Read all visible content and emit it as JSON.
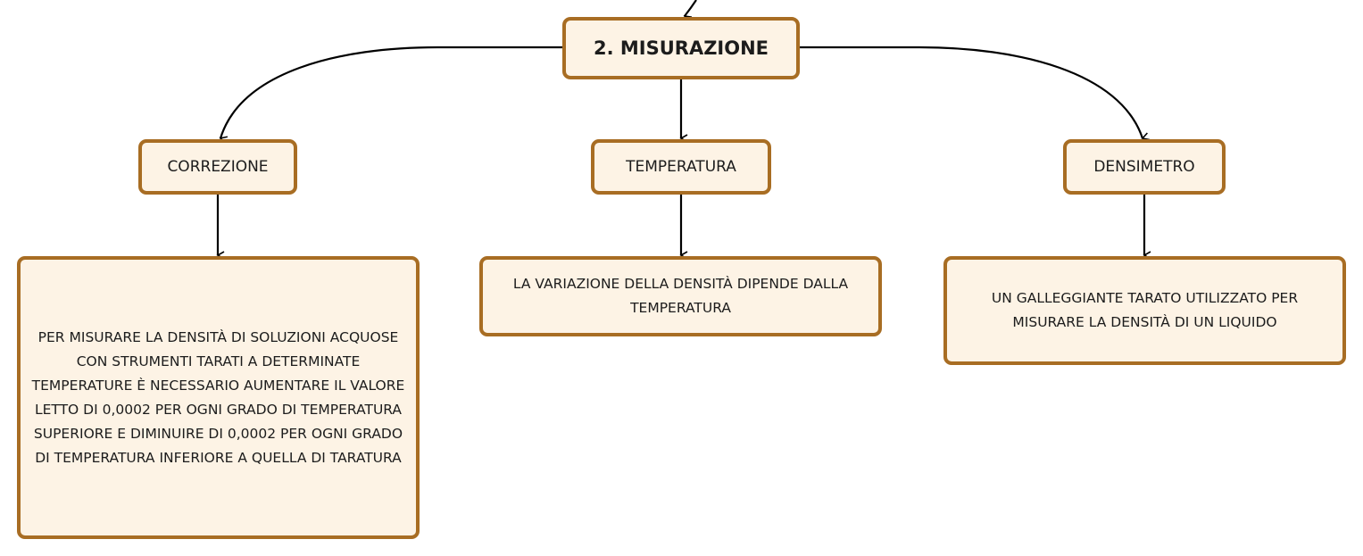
{
  "root": {
    "label": "2. MISURAZIONE"
  },
  "branches": [
    {
      "label": "CORREZIONE",
      "detail": "PER MISURARE LA DENSITÀ DI SOLUZIONI ACQUOSE CON STRUMENTI TARATI A DETERMINATE TEMPERATURE È NECESSARIO AUMENTARE IL VALORE LETTO DI 0,0002 PER OGNI GRADO DI TEMPERATURA SUPERIORE E DIMINUIRE DI 0,0002 PER OGNI GRADO DI TEMPERATURA INFERIORE A QUELLA DI TARATURA"
    },
    {
      "label": "TEMPERATURA",
      "detail": "LA VARIAZIONE DELLA DENSITÀ DIPENDE DALLA TEMPERATURA"
    },
    {
      "label": "DENSIMETRO",
      "detail": "UN GALLEGGIANTE TARATO UTILIZZATO PER MISURARE LA DENSITÀ DI UN LIQUIDO"
    }
  ],
  "colors": {
    "node_fill": "#fdf3e5",
    "node_border": "#a86d23",
    "connector": "#000000",
    "text": "#1c1c1c"
  }
}
